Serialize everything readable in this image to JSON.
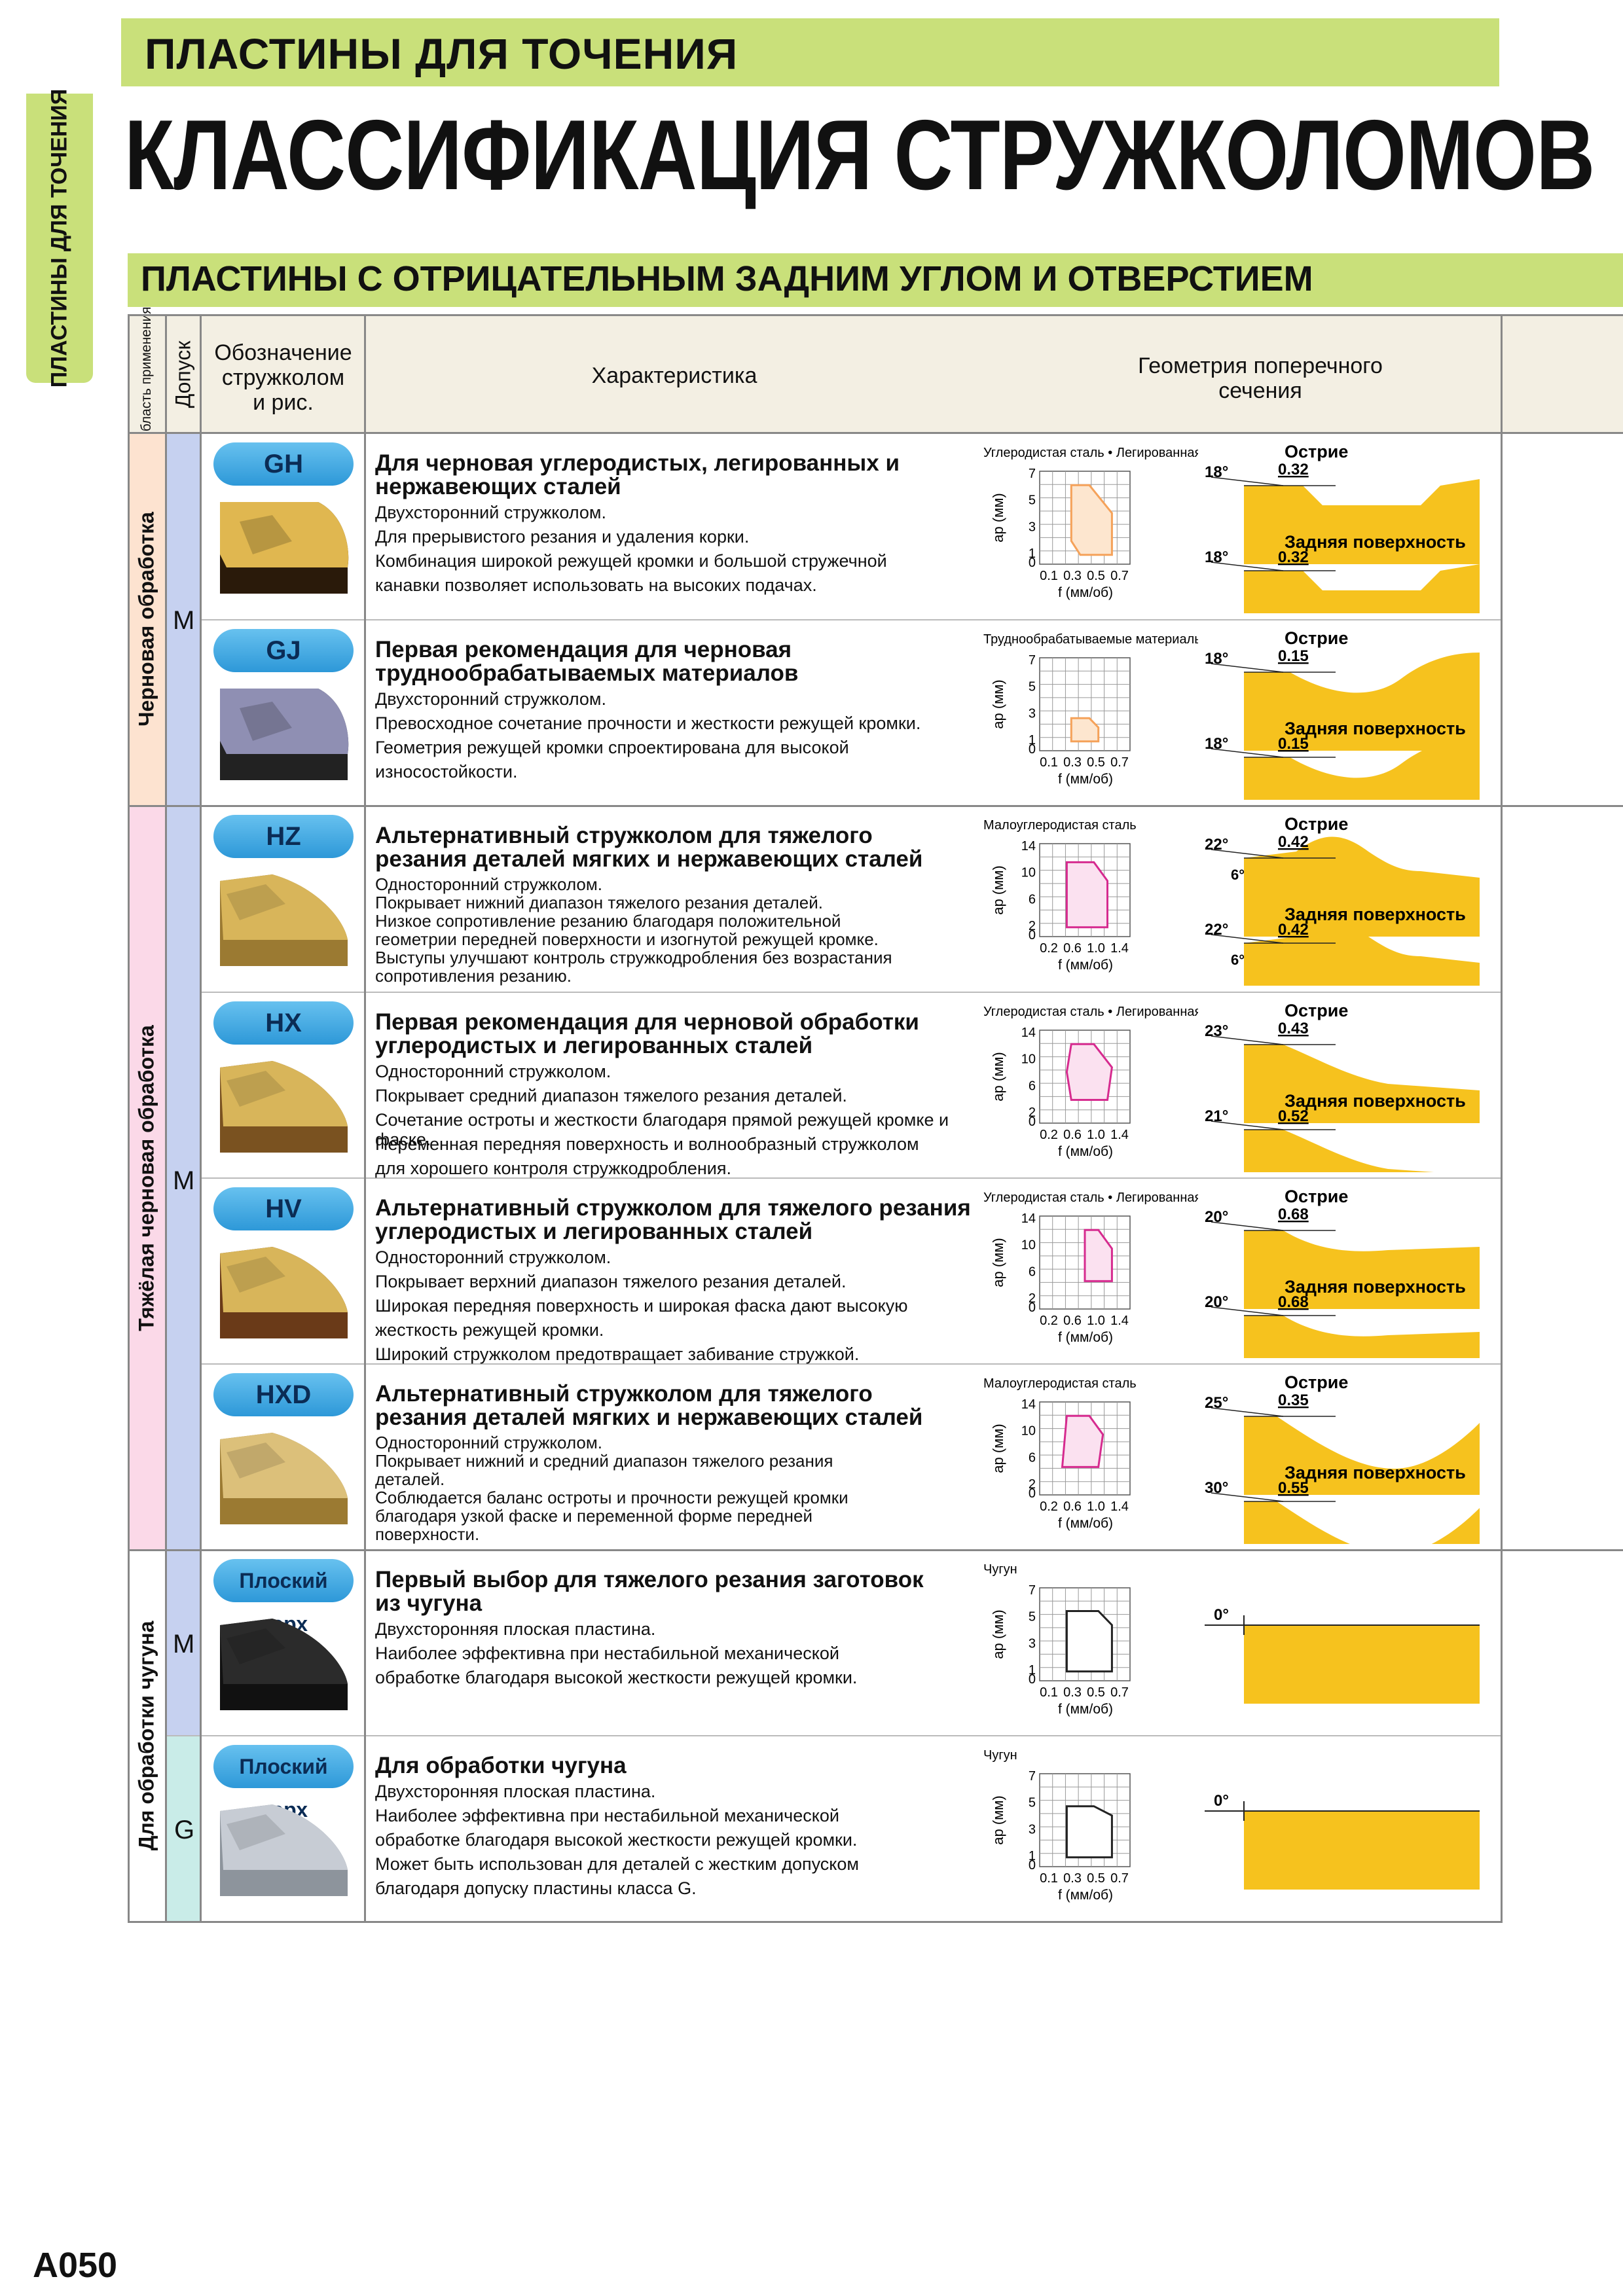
{
  "header": {
    "band": "ПЛАСТИНЫ ДЛЯ ТОЧЕНИЯ",
    "title": "КЛАССИФИКАЦИЯ СТРУЖКОЛОМОВ",
    "side_tab": "ПЛАСТИНЫ ДЛЯ ТОЧЕНИЯ",
    "section": "ПЛАСТИНЫ С ОТРИЦАТЕЛЬНЫМ ЗАДНИМ УГЛОМ И ОТВЕРСТИЕМ"
  },
  "table_head": {
    "region": "Область применения",
    "tolerance": "Допуск",
    "designation_l1": "Обозначение",
    "designation_l2": "стружколом",
    "designation_l3": "и рис.",
    "characteristic": "Характеристика",
    "geometry_l1": "Геометрия поперечного",
    "geometry_l2": "сечения"
  },
  "regions": [
    "Черновая обработка",
    "Тяжёлая черновая обработка",
    "Для обработки чугуна"
  ],
  "tolerances": [
    "M",
    "M",
    "M",
    "G"
  ],
  "labels": {
    "sharp": "Острие",
    "rear": "Задняя поверхность",
    "f_axis": "f (мм/об)",
    "ap_axis": "ap (мм)"
  },
  "rows": [
    {
      "code": "GH",
      "title": [
        "Для черновая углеродистых, легированных и",
        "нержавеющих сталей"
      ],
      "lines": [
        "Двухсторонний стружколом.",
        "Для прерывистого резания и удаления корки.",
        "Комбинация широкой режущей кромки и большой стружечной",
        "канавки позволяет использовать на высоких подачах."
      ],
      "material": "Углеродистая сталь • Легированная сталь",
      "yticks": [
        "7",
        "5",
        "3",
        "1",
        "0"
      ],
      "xticks": [
        "0.1",
        "0.3",
        "0.5",
        "0.7"
      ],
      "region_color": "#f5a25a",
      "fill": "#fde6cf",
      "a1": "18°",
      "v1": "0.32",
      "a2": "18°",
      "v2": "0.32",
      "a3": "",
      "a4": ""
    },
    {
      "code": "GJ",
      "title": [
        "Первая рекомендация для черновая",
        "труднообрабатываемых материалов"
      ],
      "lines": [
        "Двухсторонний стружколом.",
        "Превосходное сочетание прочности и жесткости режущей кромки.",
        "Геометрия режущей кромки спроектирована для высокой",
        "износостойкости."
      ],
      "material": "Труднообрабатываемые материалы",
      "yticks": [
        "7",
        "5",
        "3",
        "1",
        "0"
      ],
      "xticks": [
        "0.1",
        "0.3",
        "0.5",
        "0.7"
      ],
      "region_color": "#f5a25a",
      "fill": "#fde6cf",
      "a1": "18°",
      "v1": "0.15",
      "a2": "18°",
      "v2": "0.15",
      "a3": "",
      "a4": ""
    },
    {
      "code": "HZ",
      "title": [
        "Альтернативный стружколом для тяжелого",
        "резания деталей мягких и нержавеющих сталей"
      ],
      "lines": [
        "Односторонний стружколом.",
        "Покрывает нижний диапазон тяжелого резания деталей.",
        "Низкое сопротивление резанию благодаря положительной",
        "геометрии передней поверхности и изогнутой режущей кромке.",
        "Выступы улучшают контроль стружкодробления без возрастания",
        "сопротивления резанию."
      ],
      "material": "Малоуглеродистая сталь",
      "yticks": [
        "14",
        "10",
        "6",
        "2",
        "0"
      ],
      "xticks": [
        "0.2",
        "0.6",
        "1.0",
        "1.4"
      ],
      "region_color": "#d62b8f",
      "fill": "#fbe1f0",
      "a1": "22°",
      "v1": "0.42",
      "a2": "22°",
      "v2": "0.42",
      "a3": "6°",
      "a4": "6°"
    },
    {
      "code": "HX",
      "title": [
        "Первая рекомендация для черновой обработки",
        "углеродистых и легированных сталей"
      ],
      "lines": [
        "Односторонний стружколом.",
        "Покрывает средний диапазон тяжелого резания деталей.",
        "Сочетание остроты и жесткости благодаря прямой режущей кромке и фаске.",
        "Переменная передняя поверхность и волнообразный стружколом",
        "для хорошего контроля стружкодробления."
      ],
      "material": "Углеродистая сталь • Легированная сталь",
      "yticks": [
        "14",
        "10",
        "6",
        "2",
        "0"
      ],
      "xticks": [
        "0.2",
        "0.6",
        "1.0",
        "1.4"
      ],
      "region_color": "#d62b8f",
      "fill": "#fbe1f0",
      "a1": "23°",
      "v1": "0.43",
      "a2": "21°",
      "v2": "0.52",
      "a3": "",
      "a4": ""
    },
    {
      "code": "HV",
      "title": [
        "Альтернативный стружколом для тяжелого резания",
        "углеродистых и легированных сталей"
      ],
      "lines": [
        "Односторонний стружколом.",
        "Покрывает верхний диапазон тяжелого резания деталей.",
        "Широкая передняя поверхность и широкая фаска дают высокую",
        "жесткость режущей кромки.",
        "Широкий стружколом предотвращает забивание стружкой."
      ],
      "material": "Углеродистая сталь • Легированная сталь",
      "yticks": [
        "14",
        "10",
        "6",
        "2",
        "0"
      ],
      "xticks": [
        "0.2",
        "0.6",
        "1.0",
        "1.4"
      ],
      "region_color": "#d62b8f",
      "fill": "#fbe1f0",
      "a1": "20°",
      "v1": "0.68",
      "a2": "20°",
      "v2": "0.68",
      "a3": "",
      "a4": ""
    },
    {
      "code": "HXD",
      "title": [
        "Альтернативный стружколом для тяжелого",
        "резания деталей мягких и нержавеющих сталей"
      ],
      "lines": [
        "Односторонний стружколом.",
        "Покрывает нижний и средний диапазон тяжелого резания",
        "деталей.",
        "Соблюдается баланс остроты и прочности режущей кромки",
        "благодаря узкой фаске и переменной форме передней",
        "поверхности."
      ],
      "material": "Малоуглеродистая сталь",
      "yticks": [
        "14",
        "10",
        "6",
        "2",
        "0"
      ],
      "xticks": [
        "0.2",
        "0.6",
        "1.0",
        "1.4"
      ],
      "region_color": "#d62b8f",
      "fill": "#fbe1f0",
      "a1": "25°",
      "v1": "0.35",
      "a2": "30°",
      "v2": "0.55",
      "a3": "",
      "a4": ""
    },
    {
      "code": "Плоский верх",
      "title": [
        "Первый выбор для тяжелого резания заготовок",
        "из чугуна"
      ],
      "lines": [
        "Двухсторонняя плоская пластина.",
        "Наиболее эффективна при нестабильной механической",
        "обработке благодаря высокой жесткости режущей кромки."
      ],
      "material": "Чугун",
      "yticks": [
        "7",
        "5",
        "3",
        "1",
        "0"
      ],
      "xticks": [
        "0.1",
        "0.3",
        "0.5",
        "0.7"
      ],
      "region_color": "#222222",
      "fill": "#ffffff",
      "a1": "0°",
      "v1": "",
      "a2": "",
      "v2": "",
      "a3": "",
      "a4": ""
    },
    {
      "code": "Плоский верх",
      "title": [
        "Для обработки чугуна"
      ],
      "lines": [
        "Двухсторонняя плоская пластина.",
        "Наиболее эффективна при нестабильной механической",
        "обработке благодаря высокой жесткости режущей кромки.",
        "Может быть использован для деталей с жестким допуском",
        "благодаря допуску пластины класса G."
      ],
      "material": "Чугун",
      "yticks": [
        "7",
        "5",
        "3",
        "1",
        "0"
      ],
      "xticks": [
        "0.1",
        "0.3",
        "0.5",
        "0.7"
      ],
      "region_color": "#222222",
      "fill": "#ffffff",
      "a1": "0°",
      "v1": "",
      "a2": "",
      "v2": "",
      "a3": "",
      "a4": ""
    }
  ],
  "page_number": "A050"
}
